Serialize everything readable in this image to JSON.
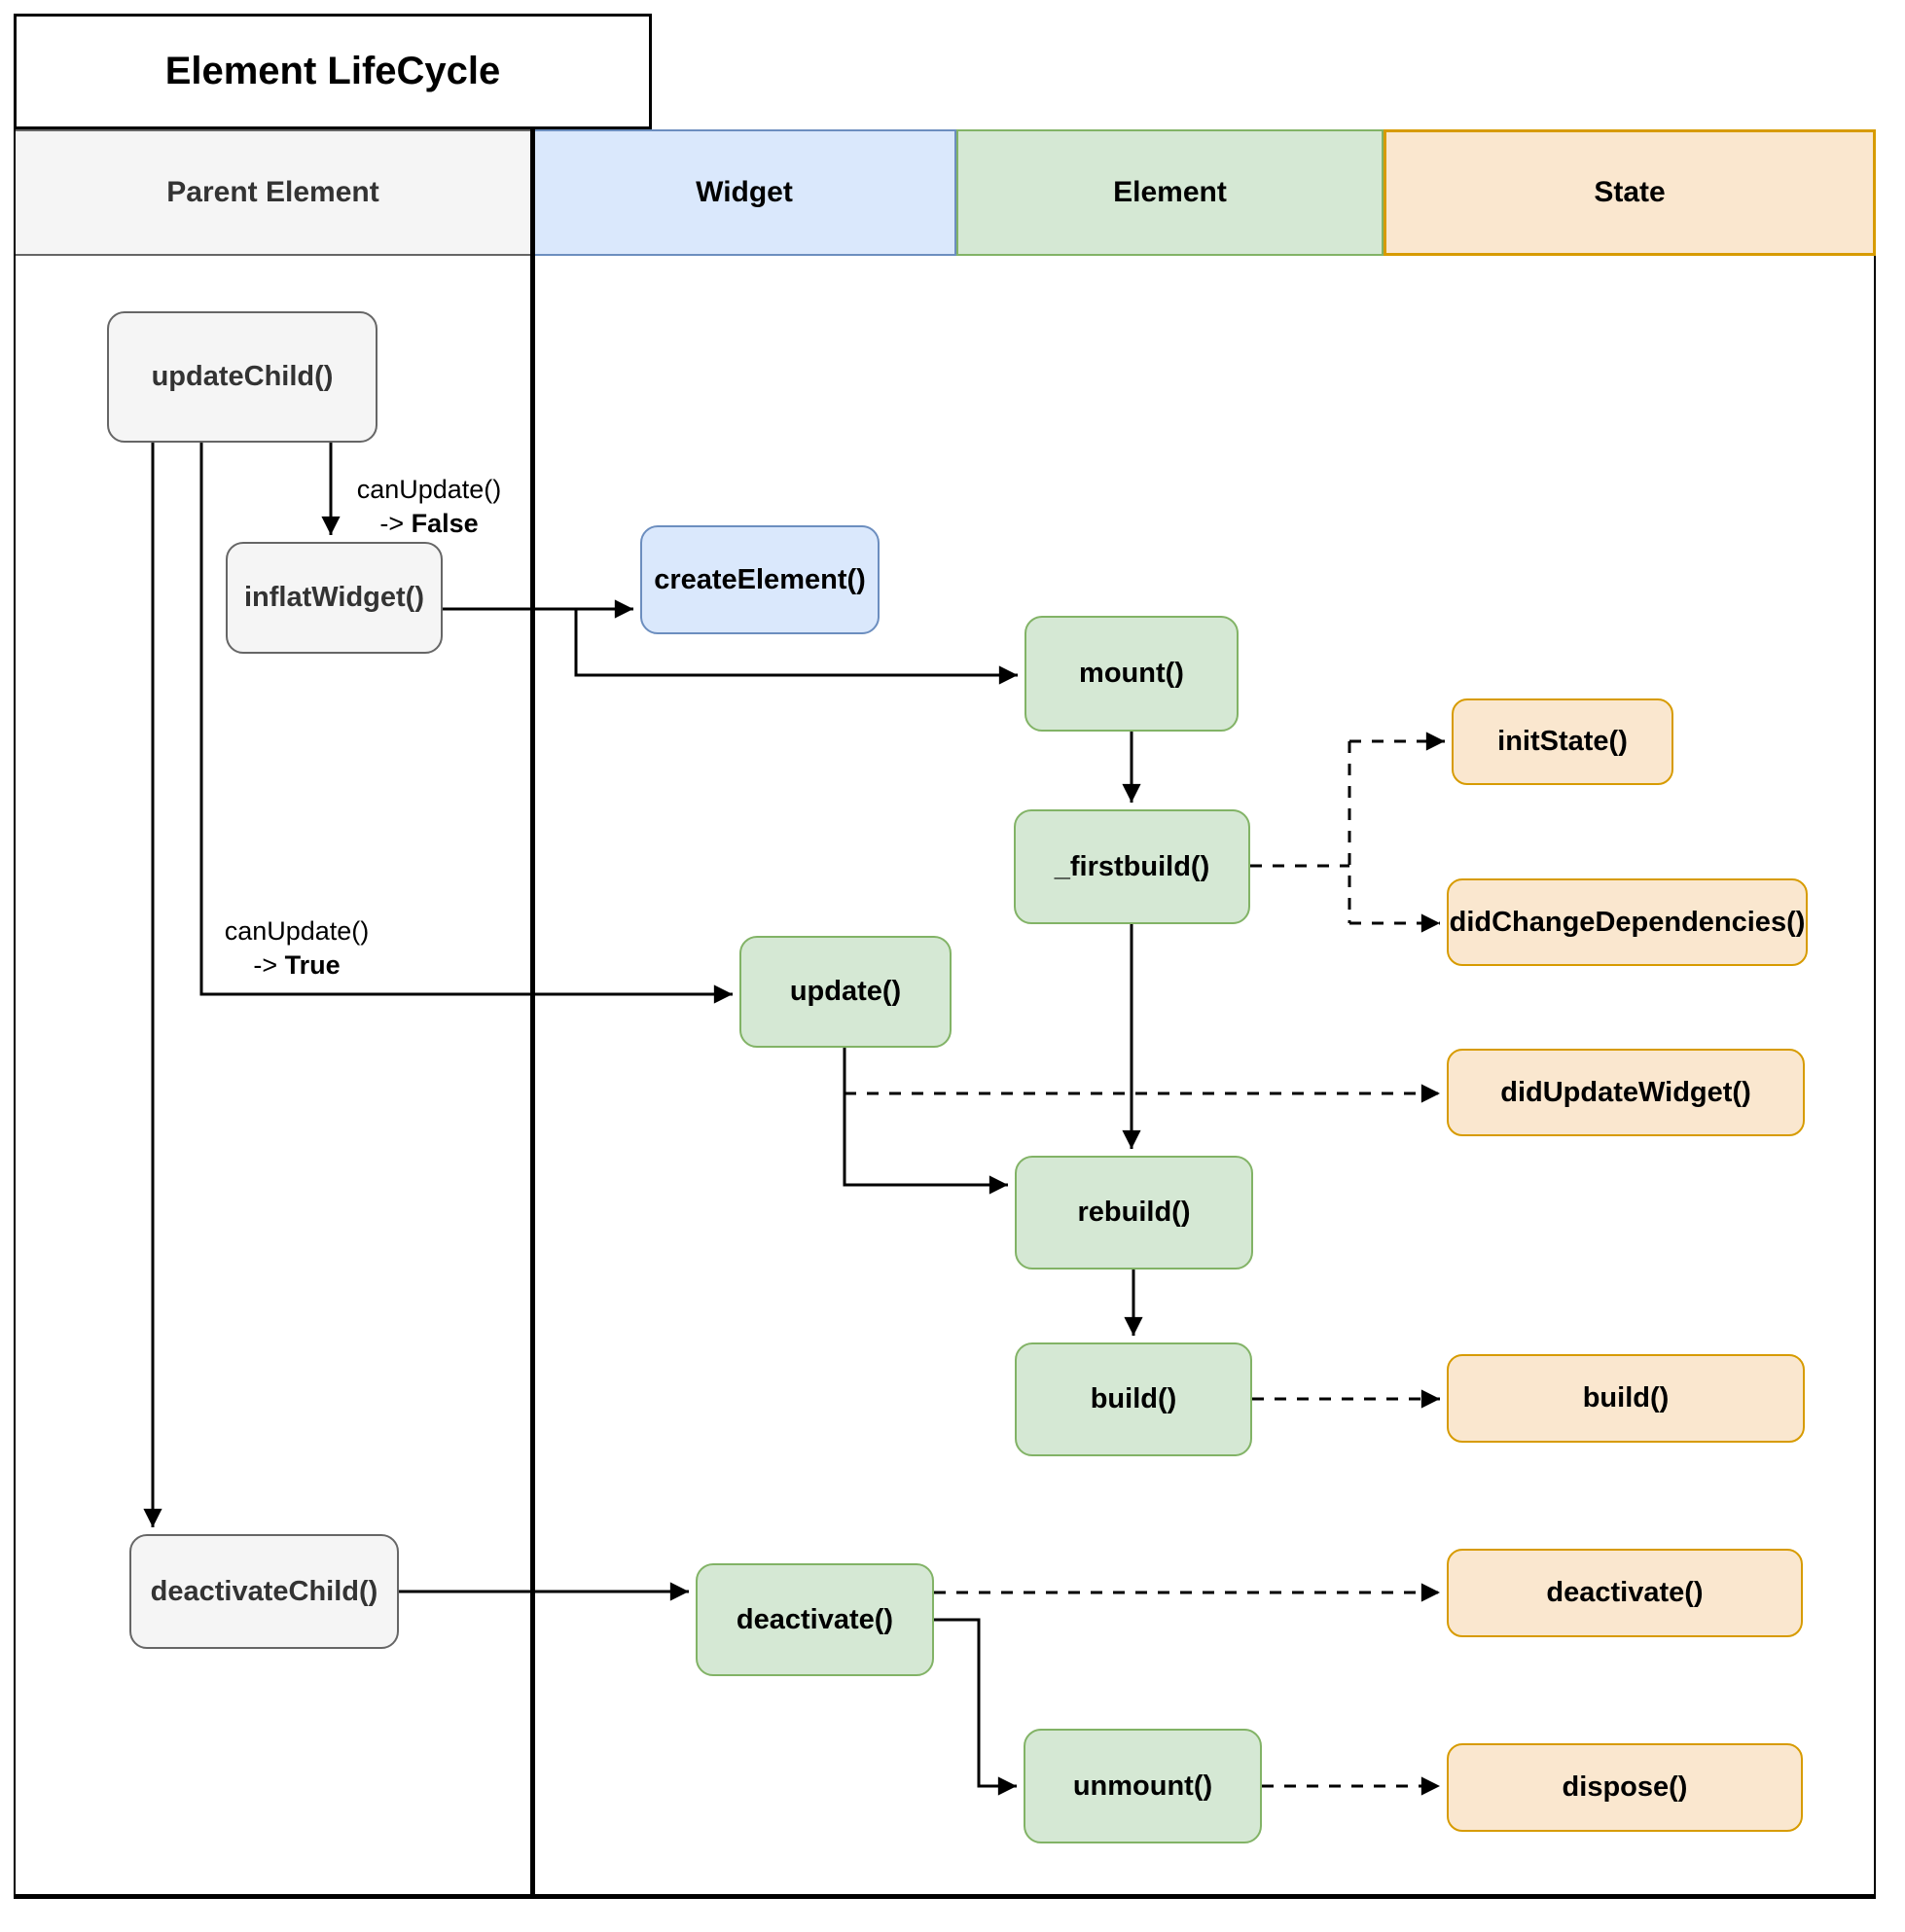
{
  "diagram": {
    "title": "Element LifeCycle",
    "type": "flowchart-swimlane"
  },
  "palette": {
    "gray_fill": "#f5f5f5",
    "gray_border": "#666666",
    "blue_fill": "#dae8fc",
    "blue_border": "#6c8ebf",
    "green_fill": "#d5e8d4",
    "green_border": "#82b366",
    "orange_fill": "#fae7cf",
    "orange_border": "#d79b00",
    "line_color": "#000000",
    "star_fill": "#fbdf87",
    "star_border": "#c9a74a"
  },
  "lanes": [
    {
      "id": "parent-element",
      "label": "Parent Element"
    },
    {
      "id": "widget",
      "label": "Widget"
    },
    {
      "id": "element",
      "label": "Element"
    },
    {
      "id": "state",
      "label": "State"
    }
  ],
  "nodes": {
    "updateChild": {
      "label": "updateChild()",
      "lane": "Parent Element"
    },
    "inflatWidget": {
      "label": "inflatWidget()",
      "lane": "Parent Element"
    },
    "deactivateChild": {
      "label": "deactivateChild()",
      "lane": "Parent Element"
    },
    "createElement": {
      "label": "createElement()",
      "lane": "Widget"
    },
    "update": {
      "label": "update()",
      "lane": "Widget"
    },
    "deactivate": {
      "label": "deactivate()",
      "lane": "Widget"
    },
    "mount": {
      "label": "mount()",
      "lane": "Element"
    },
    "firstbuild": {
      "label": "_firstbuild()",
      "lane": "Element"
    },
    "rebuild": {
      "label": "rebuild()",
      "lane": "Element"
    },
    "buildElement": {
      "label": "build()",
      "lane": "Element"
    },
    "unmount": {
      "label": "unmount()",
      "lane": "Element"
    },
    "initState": {
      "label": "initState()",
      "lane": "State"
    },
    "didChangeDependencies": {
      "label": "didChangeDependencies()",
      "lane": "State"
    },
    "didUpdateWidget": {
      "label": "didUpdateWidget()",
      "lane": "State"
    },
    "buildState": {
      "label": "build()",
      "lane": "State"
    },
    "deactivateState": {
      "label": "deactivate()",
      "lane": "State"
    },
    "dispose": {
      "label": "dispose()",
      "lane": "State"
    }
  },
  "edge_labels": {
    "can_update_false": {
      "line1": "canUpdate()",
      "prefix": "-> ",
      "bold": "False"
    },
    "can_update_true": {
      "line1": "canUpdate()",
      "prefix": "-> ",
      "bold": "True"
    }
  }
}
